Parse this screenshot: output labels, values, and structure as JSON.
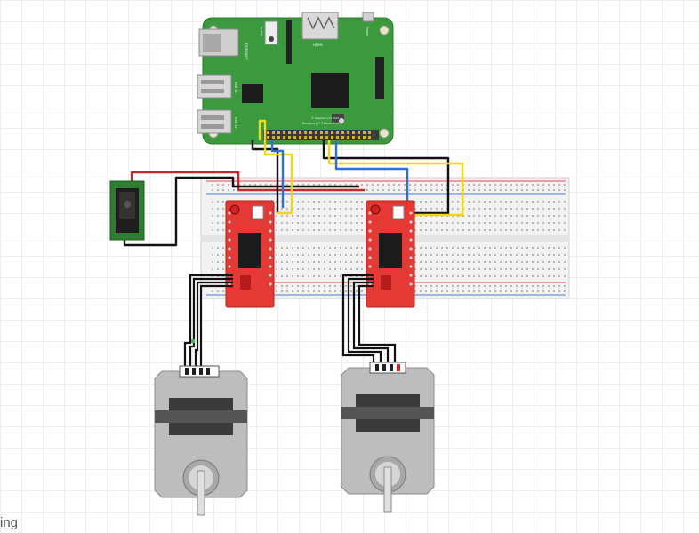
{
  "colors": {
    "pcb_green": "#3b9a3e",
    "driver_red": "#e53935",
    "wire_red": "#c62828",
    "wire_black": "#111111",
    "wire_yellow": "#f2d60f",
    "wire_blue": "#2f6fd6",
    "breadboard": "#f2f2f2",
    "motor_grey": "#bdbdbd"
  },
  "raspberry_pi": {
    "ports": [
      "ETHERNET",
      "USB 2x",
      "USB 2x",
      "Audio",
      "HDMI",
      "Power"
    ],
    "silkscreen": "Raspberry Pi 3 Model B v1.2",
    "copyright": "© Raspberry Pi 2015"
  },
  "footer": {
    "text": "ing"
  }
}
